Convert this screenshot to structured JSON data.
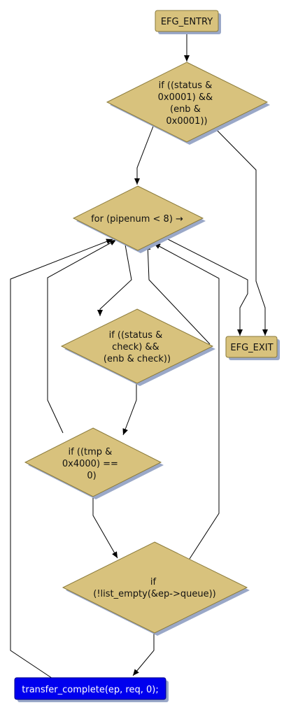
{
  "colors": {
    "node_fill": "#d8c27d",
    "node_stroke": "#8a7a3a",
    "shadow": "#9aa8c8",
    "highlight_fill": "#0000ee",
    "edge": "#000000"
  },
  "nodes": {
    "entry": {
      "lines": [
        "EFG_ENTRY"
      ]
    },
    "cond_status": {
      "lines": [
        "if ((status &",
        "0x0001) &&",
        "(enb &",
        "0x0001))"
      ]
    },
    "loop_pipenum": {
      "lines": [
        "for (pipenum < 8) →"
      ]
    },
    "exit": {
      "lines": [
        "EFG_EXIT"
      ]
    },
    "cond_check": {
      "lines": [
        "if ((status &",
        "check) &&",
        "(enb & check))"
      ]
    },
    "cond_tmp": {
      "lines": [
        "if ((tmp &",
        "0x4000) ==",
        "0)"
      ]
    },
    "cond_list_empty": {
      "lines": [
        "if",
        "(!list_empty(&ep->queue))"
      ]
    },
    "transfer_complete": {
      "lines": [
        "transfer_complete(ep, req, 0);"
      ]
    }
  }
}
